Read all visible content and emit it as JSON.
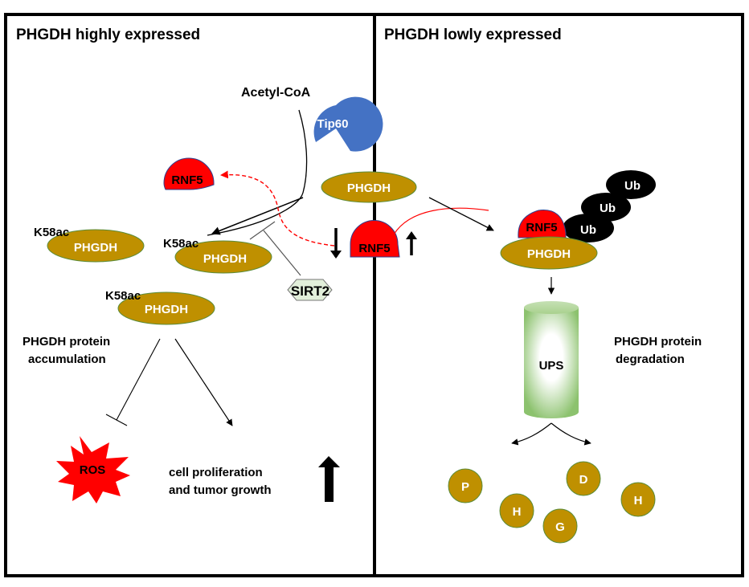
{
  "panels": {
    "left": {
      "title": "PHGDH highly expressed",
      "acetyl_coa": "Acetyl-CoA",
      "tip60": "Tip60",
      "rnf5_released": "RNF5",
      "phgdh_center": "PHGDH",
      "rnf5_center": "RNF5",
      "sirt2": "SIRT2",
      "acetylated_proteins": [
        {
          "mark": "K58ac",
          "protein": "PHGDH"
        },
        {
          "mark": "K58ac",
          "protein": "PHGDH"
        },
        {
          "mark": "K58ac",
          "protein": "PHGDH"
        }
      ],
      "accumulation_line1": "PHGDH protein",
      "accumulation_line2": "accumulation",
      "ros": "ROS",
      "outcome_line1": "cell proliferation",
      "outcome_line2": "and tumor growth"
    },
    "right": {
      "title": "PHGDH lowly expressed",
      "complex_rnf5": "RNF5",
      "complex_phgdh": "PHGDH",
      "ubiquitins": [
        "Ub",
        "Ub",
        "Ub"
      ],
      "ups": "UPS",
      "degradation_line1": "PHGDH protein",
      "degradation_line2": "degradation",
      "fragments": [
        "P",
        "H",
        "G",
        "D",
        "H"
      ]
    }
  },
  "colors": {
    "phgdh_fill": "#BF9000",
    "phgdh_stroke": "#5B8C3A",
    "rnf5_fill": "#FF0000",
    "rnf5_stroke": "#2F3F8F",
    "tip60_fill": "#4472C4",
    "sirt2_fill": "#E2EFDA",
    "ub_fill": "#000000",
    "ros_fill": "#FF0000",
    "ups_fill": "#A9D18E",
    "inhibition_dashed": "#FF0000"
  }
}
